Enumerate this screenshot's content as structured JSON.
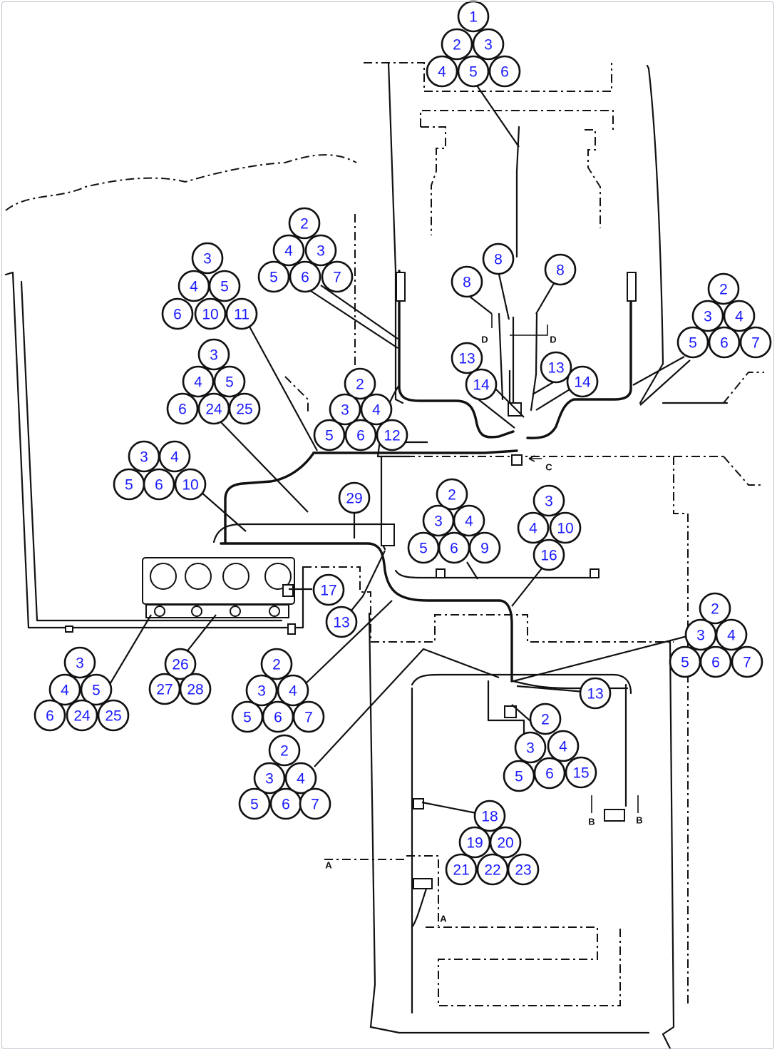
{
  "bubbles": [
    {
      "id": "g1a",
      "text": "1"
    },
    {
      "id": "g1b",
      "text": "2"
    },
    {
      "id": "g1c",
      "text": "3"
    },
    {
      "id": "g1d",
      "text": "4"
    },
    {
      "id": "g1e",
      "text": "5"
    },
    {
      "id": "g1f",
      "text": "6"
    },
    {
      "id": "g2a",
      "text": "2"
    },
    {
      "id": "g2b",
      "text": "4"
    },
    {
      "id": "g2c",
      "text": "3"
    },
    {
      "id": "g2d",
      "text": "5"
    },
    {
      "id": "g2e",
      "text": "6"
    },
    {
      "id": "g2f",
      "text": "7"
    },
    {
      "id": "g3a",
      "text": "3"
    },
    {
      "id": "g3b",
      "text": "4"
    },
    {
      "id": "g3c",
      "text": "5"
    },
    {
      "id": "g3d",
      "text": "6"
    },
    {
      "id": "g3e",
      "text": "10"
    },
    {
      "id": "g3f",
      "text": "11"
    },
    {
      "id": "g4a",
      "text": "8"
    },
    {
      "id": "g5a",
      "text": "8"
    },
    {
      "id": "g6a",
      "text": "8"
    },
    {
      "id": "g7a",
      "text": "2"
    },
    {
      "id": "g7b",
      "text": "3"
    },
    {
      "id": "g7c",
      "text": "4"
    },
    {
      "id": "g7d",
      "text": "5"
    },
    {
      "id": "g7e",
      "text": "6"
    },
    {
      "id": "g7f",
      "text": "7"
    },
    {
      "id": "g8a",
      "text": "13"
    },
    {
      "id": "g8b",
      "text": "14"
    },
    {
      "id": "g9a",
      "text": "13"
    },
    {
      "id": "g9b",
      "text": "14"
    },
    {
      "id": "g10a",
      "text": "3"
    },
    {
      "id": "g10b",
      "text": "4"
    },
    {
      "id": "g10c",
      "text": "5"
    },
    {
      "id": "g10d",
      "text": "6"
    },
    {
      "id": "g10e",
      "text": "24"
    },
    {
      "id": "g10f",
      "text": "25"
    },
    {
      "id": "g11a",
      "text": "2"
    },
    {
      "id": "g11b",
      "text": "3"
    },
    {
      "id": "g11c",
      "text": "4"
    },
    {
      "id": "g11d",
      "text": "5"
    },
    {
      "id": "g11e",
      "text": "6"
    },
    {
      "id": "g11f",
      "text": "12"
    },
    {
      "id": "g12a",
      "text": "3"
    },
    {
      "id": "g12b",
      "text": "4"
    },
    {
      "id": "g12c",
      "text": "5"
    },
    {
      "id": "g12d",
      "text": "6"
    },
    {
      "id": "g12e",
      "text": "10"
    },
    {
      "id": "g13a",
      "text": "29"
    },
    {
      "id": "g14a",
      "text": "2"
    },
    {
      "id": "g14b",
      "text": "3"
    },
    {
      "id": "g14c",
      "text": "4"
    },
    {
      "id": "g14d",
      "text": "5"
    },
    {
      "id": "g14e",
      "text": "6"
    },
    {
      "id": "g14f",
      "text": "9"
    },
    {
      "id": "g15a",
      "text": "3"
    },
    {
      "id": "g15b",
      "text": "4"
    },
    {
      "id": "g15c",
      "text": "10"
    },
    {
      "id": "g15d",
      "text": "16"
    },
    {
      "id": "g16a",
      "text": "17"
    },
    {
      "id": "g17a",
      "text": "13"
    },
    {
      "id": "g18a",
      "text": "2"
    },
    {
      "id": "g18b",
      "text": "3"
    },
    {
      "id": "g18c",
      "text": "4"
    },
    {
      "id": "g18d",
      "text": "5"
    },
    {
      "id": "g18e",
      "text": "6"
    },
    {
      "id": "g18f",
      "text": "7"
    },
    {
      "id": "g19a",
      "text": "3"
    },
    {
      "id": "g19b",
      "text": "4"
    },
    {
      "id": "g19c",
      "text": "5"
    },
    {
      "id": "g19d",
      "text": "6"
    },
    {
      "id": "g19e",
      "text": "24"
    },
    {
      "id": "g19f",
      "text": "25"
    },
    {
      "id": "g20a",
      "text": "26"
    },
    {
      "id": "g20b",
      "text": "27"
    },
    {
      "id": "g20c",
      "text": "28"
    },
    {
      "id": "g21a",
      "text": "2"
    },
    {
      "id": "g21b",
      "text": "3"
    },
    {
      "id": "g21c",
      "text": "4"
    },
    {
      "id": "g21d",
      "text": "5"
    },
    {
      "id": "g21e",
      "text": "6"
    },
    {
      "id": "g21f",
      "text": "7"
    },
    {
      "id": "g22a",
      "text": "13"
    },
    {
      "id": "g23a",
      "text": "2"
    },
    {
      "id": "g23b",
      "text": "3"
    },
    {
      "id": "g23c",
      "text": "4"
    },
    {
      "id": "g23d",
      "text": "5"
    },
    {
      "id": "g23e",
      "text": "6"
    },
    {
      "id": "g23f",
      "text": "15"
    },
    {
      "id": "g24a",
      "text": "2"
    },
    {
      "id": "g24b",
      "text": "3"
    },
    {
      "id": "g24c",
      "text": "4"
    },
    {
      "id": "g24d",
      "text": "5"
    },
    {
      "id": "g24e",
      "text": "6"
    },
    {
      "id": "g24f",
      "text": "7"
    },
    {
      "id": "g25a",
      "text": "18"
    },
    {
      "id": "g25b",
      "text": "19"
    },
    {
      "id": "g25c",
      "text": "20"
    },
    {
      "id": "g25d",
      "text": "21"
    },
    {
      "id": "g25e",
      "text": "22"
    },
    {
      "id": "g25f",
      "text": "23"
    }
  ],
  "section_marks": {
    "a_left": "A",
    "a_right": "A",
    "b_left": "B",
    "b_right": "B",
    "c": "C",
    "d_left": "D",
    "d_right": "D"
  },
  "colors": {
    "callout_text": "#1a1aff",
    "line": "#111111"
  }
}
